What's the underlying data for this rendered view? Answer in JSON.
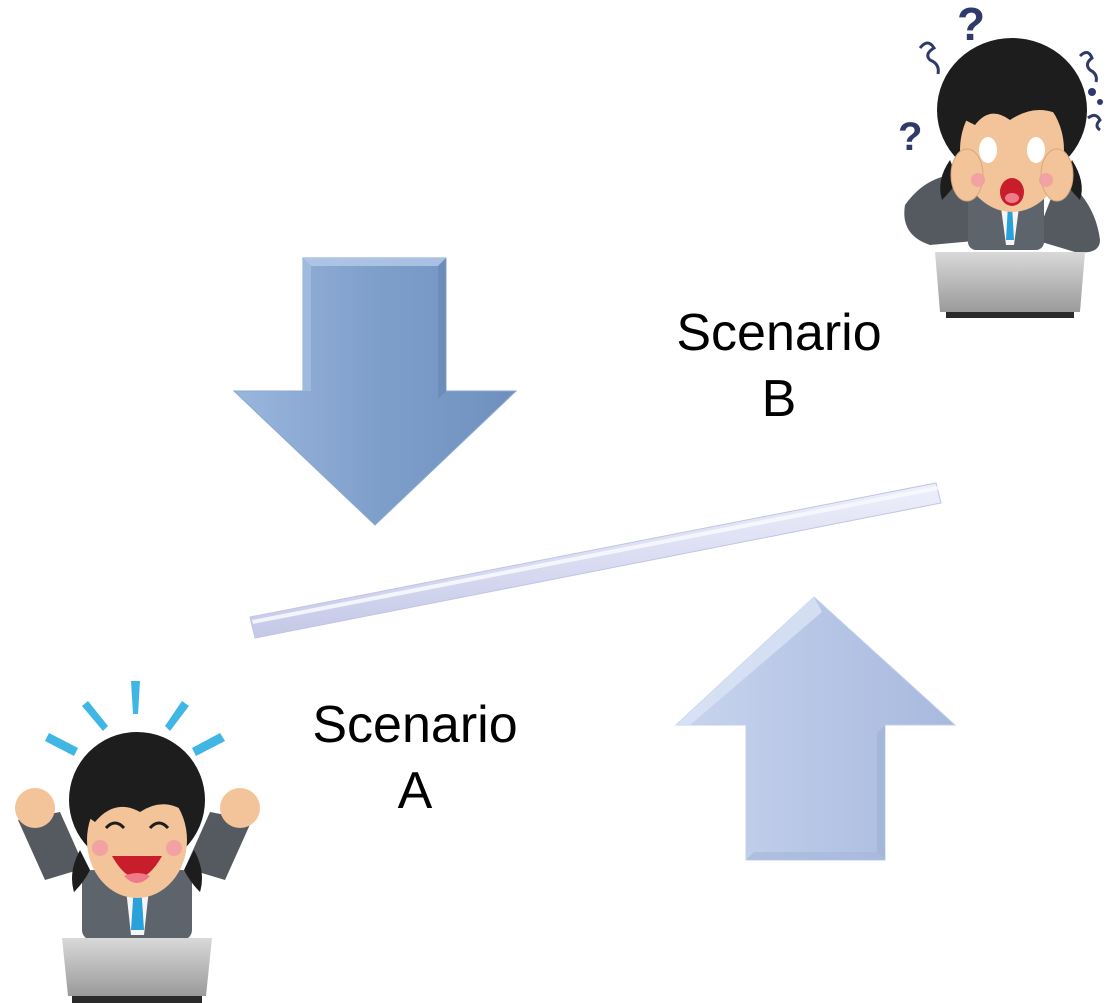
{
  "scenario_b": {
    "line1": "Scenario",
    "line2": "B"
  },
  "scenario_a": {
    "line1": "Scenario",
    "line2": "A"
  },
  "icons": {
    "top_right": "confused-businessman-icon",
    "bottom_left": "happy-businessman-icon",
    "down_arrow": "arrow-down-icon",
    "up_arrow": "arrow-up-icon",
    "line": "tilted-bar"
  },
  "colors": {
    "down_arrow": "#7f9fcb",
    "up_arrow": "#b7c6e6",
    "bar": "#dadcf2",
    "suit": "#555a60",
    "hair": "#1d1d1d",
    "skin": "#f3c39a",
    "question": "#2f3a6b",
    "burst": "#3fb6e3"
  }
}
